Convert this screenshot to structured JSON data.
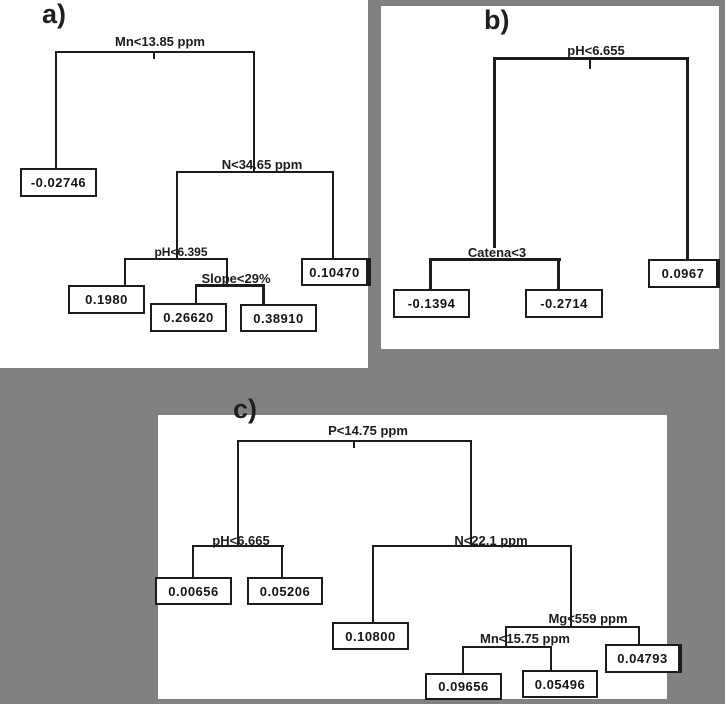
{
  "colors": {
    "background": "#818181",
    "panel": "#ffffff",
    "line": "#1c1c1c",
    "text": "#1c1c1c"
  },
  "panels": [
    {
      "letter": "a)",
      "splits": {
        "root": "Mn<13.85 ppm",
        "n": "N<34.65 ppm",
        "ph": "pH<6.395",
        "slope": "Slope<29%"
      },
      "leaves": {
        "l1": "-0.02746",
        "l2": "0.1980",
        "l3": "0.26620",
        "l4": "0.38910",
        "l5": "0.10470"
      }
    },
    {
      "letter": "b)",
      "splits": {
        "root": "pH<6.655",
        "catena": "Catena<3"
      },
      "leaves": {
        "l1": "-0.1394",
        "l2": "-0.2714",
        "l3": "0.0967"
      }
    },
    {
      "letter": "c)",
      "splits": {
        "root": "P<14.75 ppm",
        "ph": "pH<6.665",
        "n": "N<22.1 ppm",
        "mg": "Mg<559 ppm",
        "mn": "Mn<15.75 ppm"
      },
      "leaves": {
        "l1": "0.00656",
        "l2": "0.05206",
        "l3": "0.10800",
        "l4": "0.09656",
        "l5": "0.05496",
        "l6": "0.04793"
      }
    }
  ],
  "trees": [
    {
      "panel": "a",
      "root": {
        "split": "Mn<13.85 ppm",
        "left": {
          "value": -0.02746
        },
        "right": {
          "split": "N<34.65 ppm",
          "left": {
            "split": "pH<6.395",
            "left": {
              "value": 0.198
            },
            "right": {
              "split": "Slope<29%",
              "left": {
                "value": 0.2662
              },
              "right": {
                "value": 0.3891
              }
            }
          },
          "right": {
            "value": 0.1047
          }
        }
      }
    },
    {
      "panel": "b",
      "root": {
        "split": "pH<6.655",
        "left": {
          "split": "Catena<3",
          "left": {
            "value": -0.1394
          },
          "right": {
            "value": -0.2714
          }
        },
        "right": {
          "value": 0.0967
        }
      }
    },
    {
      "panel": "c",
      "root": {
        "split": "P<14.75 ppm",
        "left": {
          "split": "pH<6.665",
          "left": {
            "value": 0.00656
          },
          "right": {
            "value": 0.05206
          }
        },
        "right": {
          "split": "N<22.1 ppm",
          "left": {
            "value": 0.108
          },
          "right": {
            "split": "Mg<559 ppm",
            "left": {
              "split": "Mn<15.75 ppm",
              "left": {
                "value": 0.09656
              },
              "right": {
                "value": 0.05496
              }
            },
            "right": {
              "value": 0.04793
            }
          }
        }
      }
    }
  ]
}
